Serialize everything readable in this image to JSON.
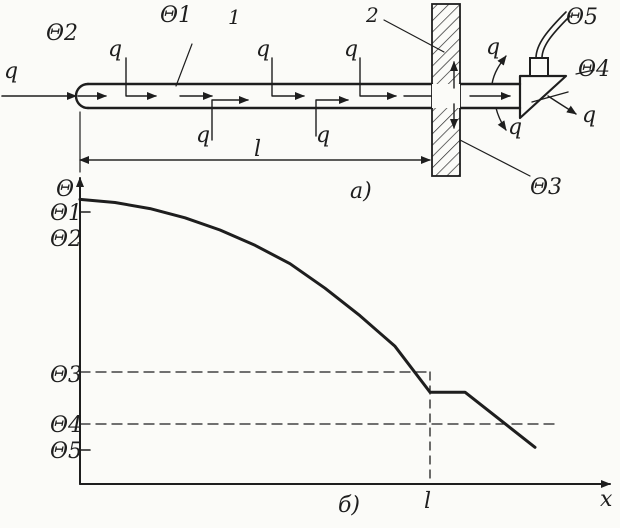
{
  "diagram_a": {
    "theta_env": "Θ1",
    "theta_tip": "Θ2",
    "theta_wall": "Θ3",
    "theta_device": "Θ4",
    "theta_wire": "Θ5",
    "heat_flow": "q",
    "pipe_marker": "1",
    "wall_marker": "2",
    "length": "l",
    "caption": "a)"
  },
  "chart_b": {
    "y_axis": "Θ",
    "x_axis": "x",
    "tick_theta1": "Θ1",
    "tick_theta2": "Θ2",
    "tick_theta3": "Θ3",
    "tick_theta4": "Θ4",
    "tick_theta5": "Θ5",
    "tick_l": "l",
    "caption": "б)"
  },
  "chart_data": {
    "type": "line",
    "series": [
      {
        "x": [
          0,
          0.1,
          0.2,
          0.3,
          0.4,
          0.5,
          0.6,
          0.7,
          0.8,
          0.9,
          1.0,
          1.1,
          1.3
        ],
        "y": [
          0.93,
          0.92,
          0.9,
          0.87,
          0.83,
          0.78,
          0.72,
          0.64,
          0.55,
          0.45,
          0.3,
          0.3,
          0.12
        ]
      }
    ],
    "x_ticks": [
      "l"
    ],
    "y_ticks": [
      "Θ1",
      "Θ2",
      "Θ3",
      "Θ4",
      "Θ5"
    ],
    "xlabel": "x",
    "ylabel": "Θ",
    "grid": false
  }
}
